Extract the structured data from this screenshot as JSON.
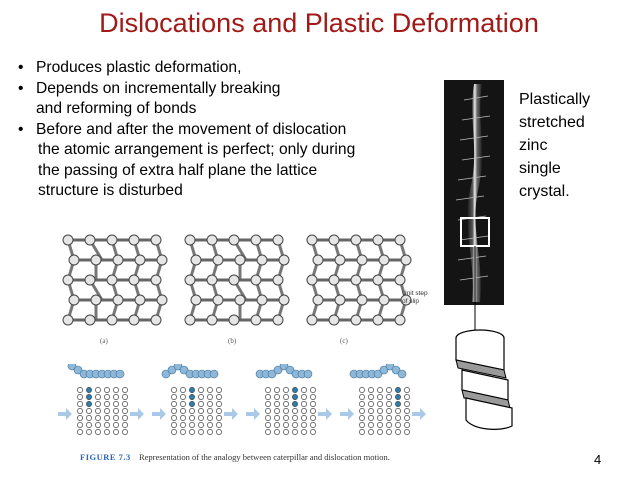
{
  "slide": {
    "title": "Dislocations and Plastic Deformation",
    "page_number": "4"
  },
  "bullets": [
    {
      "marker": "•",
      "lines": [
        "Produces plastic deformation,"
      ]
    },
    {
      "marker": "•",
      "lines": [
        "Depends on incrementally breaking",
        "and reforming of bonds"
      ]
    },
    {
      "marker": "•",
      "lines": [
        "Before and after the movement of dislocation",
        "the atomic arrangement is perfect; only during",
        "the passing of extra half plane the lattice",
        "structure is disturbed"
      ]
    }
  ],
  "crystal_caption": [
    "Plastically",
    "stretched",
    "zinc",
    "single",
    "crystal."
  ],
  "lattice_figure": {
    "annotation": [
      "Unit step",
      "of slip"
    ],
    "panel_labels": [
      "(a)",
      "(b)",
      "(c)"
    ]
  },
  "figure_caption": {
    "label": "FIGURE 7.3",
    "text": "Representation of the analogy between caterpillar and dislocation motion."
  },
  "colors": {
    "title": "#a11a17",
    "caterpillar": "#8fb7d8",
    "arrow": "#a9c9e6",
    "highlight_atom": "#2a7fb0"
  }
}
